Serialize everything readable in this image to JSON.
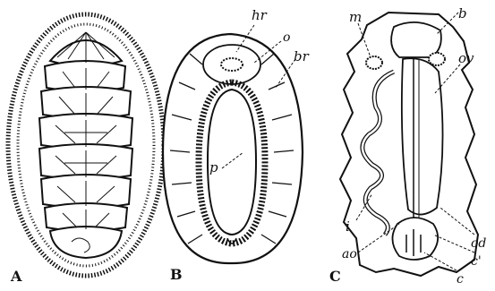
{
  "figure": {
    "panels": [
      {
        "id": "A",
        "label": "A"
      },
      {
        "id": "B",
        "label": "B"
      },
      {
        "id": "C",
        "label": "C"
      }
    ],
    "labels_b": {
      "hr": "hr",
      "o": "o",
      "br": "br",
      "p": "p"
    },
    "labels_c": {
      "m": "m",
      "b": "b",
      "ov": "ov",
      "i": "i",
      "ao": "ao",
      "od": "od",
      "c_prime": "c'",
      "c": "c"
    }
  },
  "colors": {
    "ink": "#111111",
    "paper": "#ffffff"
  }
}
